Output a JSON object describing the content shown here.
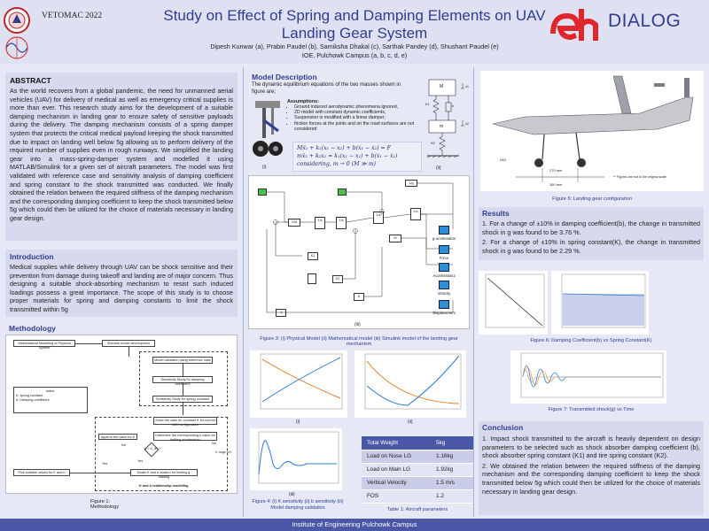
{
  "header": {
    "title_line1": "Study on Effect of Spring and Damping Elements on UAV",
    "title_line2": "Landing Gear System",
    "authors": "Dipesh Kunwar (a), Prabin Paudel (b), Samiksha Dhakal (c), Sarthak Pandey (d), Shushant Paudel (e)",
    "affiliation": "IOE, Pulchowk Campus (a, b, c, d, e)",
    "conference": "VETOMAC 2022",
    "sponsor_logo_text": "DIALOG"
  },
  "abstract": {
    "heading": "ABSTRACT",
    "text": "As the world recovers from a global pandemic, the need for unmanned aerial vehicles (UAV) for delivery of medical as well as emergency critical supplies is more than ever. This research study aims for the development of a suitable damping mechanism in landing gear to ensure safety of sensitive payloads during the delivery. The damping mechanism consists of a spring damper system that protects the critical medical payload keeping the shock transmitted due to impact on landing well below 5g allowing us to perform delivery of the required number of supplies even in rough runways. We simplified the landing gear into a mass-spring-damper system and modelled it using MATLAB/Simulink for a given set of aircraft parameters. The model was first validated with reference case and sensitivity analysis of damping coefficient and spring constant to the shock transmitted was conducted. We finally obtained the relation between the required stiffness of the damping mechanism and the corresponding damping coefficient to keep the shock transmitted below 5g which could then be utilized for the choice of materials necessary in landing gear design."
  },
  "introduction": {
    "heading": "Introduction",
    "text": "Medical supplies while delivery through UAV can be shock sensitive and their prevention from damage during takeoff and landing are of major concern. Thus designing a suitable shock-absorbing mechanism to resist such induced loadings possess a great importance. The scope of this study is to choose proper materials for spring and damping constants to limit the shock transmitted within 5g"
  },
  "methodology": {
    "heading": "Methodology",
    "caption": "Figure 1: Methodology",
    "boxes": {
      "math_model": "Mathematical Modelling of Physical System",
      "simulink": "Simulink model development",
      "validation": "Model validation using reference case",
      "sens_damping": "Sensitivity Study for damping coefficient",
      "sens_spring": "Sensitivity Study for spring constant",
      "solve_case": "Solve the case for constant K for current UAV configuration",
      "append": "Append the value for K",
      "determine": "Determine  the corresponding b value for limiting acceleration",
      "check": "G < G_lim ?",
      "yes1": "Yes",
      "no1": "No",
      "model_relation": "Model K and b relation for limiting g-loading",
      "pick": "Pick suitable values for K and b",
      "yes2": "Yes",
      "no2": "No",
      "relationship": "K and b relationship modelling",
      "k_range": "K: range of K"
    },
    "index": {
      "title": "Index:",
      "k": "K: spring constant",
      "b": "b: Damping coefficient"
    }
  },
  "model_description": {
    "heading": "Model Description",
    "text": "The dynamic equilibrium equations of the two masses shown in figure are;",
    "assumptions_title": "Assumptions:",
    "assumptions": [
      "Ground induced aerodynamic phenomena ignored,",
      "2D model with constant dynamic coefficients,",
      "Suspension is modified with a linear damper;",
      "friction forces at the joints and on the road surfaces are not considered"
    ],
    "equations": [
      "Mẍ₁ + k₁(x₁ − x₂) + b(ẋ₁ − ẋ₂) = F",
      "mẍ₂ + k₂x₂ = k₁(x₁ − x₂) + b(ẋ₁ − ẋ₂)",
      "considering, m → 0 (M ≫ m)"
    ],
    "label_i": "(i)",
    "label_ii": "(ii)",
    "label_iii": "(iii)",
    "mass_labels": {
      "M": "M",
      "m": "m",
      "k1": "K1",
      "b": "b",
      "k2": "K2",
      "x1": "x1",
      "x2": "x2"
    },
    "simulink_outputs": [
      "g-acceleration",
      "Force",
      "Acceleration2",
      "Velocity",
      "Displacement"
    ],
    "simulink_blocks": {
      "m": "M",
      "k1": "K1",
      "int": "1/s",
      "b": "b",
      "k2": "K2",
      "scope_title": "1/g",
      "inv_m": "1/M",
      "gain": "-1"
    },
    "caption": "Figure 3: (i) Physical Model (ii) Mathematical model (iii) Simulink model of the landing gear mechanism"
  },
  "landing_gear": {
    "caption": "Figure 5:  Landing gear configuration",
    "note": "** Figures are not to the original scale",
    "dims": [
      "270 mm",
      "245",
      "160 mm"
    ]
  },
  "sensitivity": {
    "label_i": "(i)",
    "label_ii": "(ii)",
    "label_iii": "(iii)",
    "caption": "Figure 4: (i) K sensitivity (ii) b sensitivity (iii) Model damping validation"
  },
  "table": {
    "header": [
      "Total Weight",
      "5kg"
    ],
    "rows": [
      [
        "Load on Nose LG",
        "1.16kg"
      ],
      [
        "Load on Main LG",
        "1.92kg"
      ],
      [
        "Vertical Velocity",
        "1.5 m/s"
      ],
      [
        "FOS",
        "1.2"
      ]
    ],
    "caption": "Table 1: Aircraft parameters"
  },
  "results": {
    "heading": "Results",
    "item1": "1. For a change of ±10% in damping coefficient(b), the change in transmitted shock in g was found to be 3.76 %.",
    "item2": "2. For a change of ±10% in spring constant(K), the change in transmitted shock in g was found to be  2.29 %.",
    "fig6_caption": "Figure 6: Damping Coefficient(b) vs Spring Constant(K)",
    "fig7_caption": "Figure 7: Transmitted shock(g) vs Time"
  },
  "conclusion": {
    "heading": "Conclusion",
    "item1": "1.  Impact shock transmitted to the aircraft is heavily dependent on    design parameters to be selected such as shock absorber damping   coefficient (b), shock absorber spring constant (K1) and tire spring constant (K2).",
    "item2": "2.  We   obtained the relation between the required stiffness of the damping mechanism and the corresponding damping coefficient to keep the shock transmitted below 5g which could then be utilized for the choice of materials necessary in landing gear design."
  },
  "footer": {
    "text": "Institute of Engineering Pulchowk Campus"
  },
  "colors": {
    "accent": "#2f3d8f",
    "panel": "#d7d9ef",
    "footer": "#4a57a6",
    "sponsor_red": "#e0262d"
  }
}
